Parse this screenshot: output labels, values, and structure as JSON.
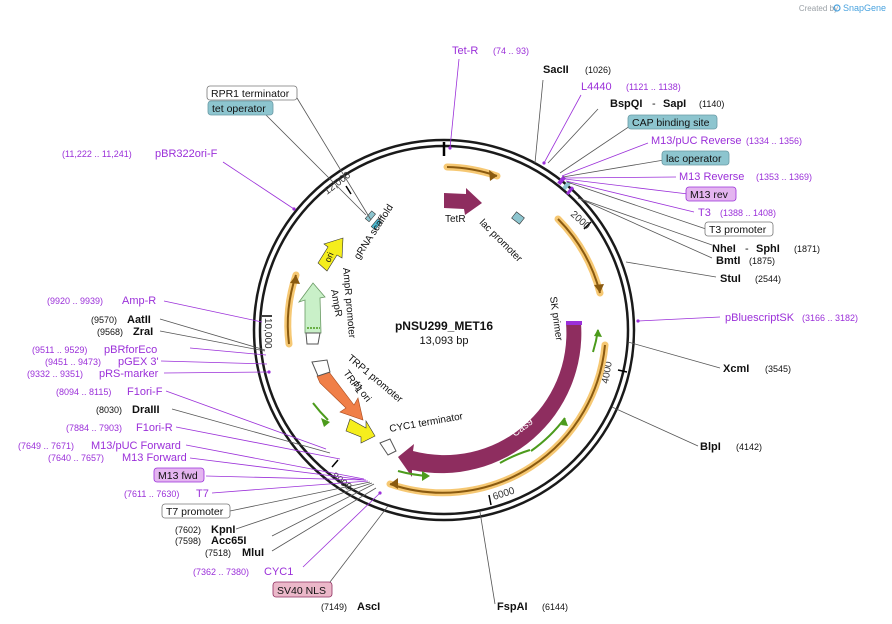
{
  "watermark": {
    "text": "Created by",
    "brand": "SnapGene"
  },
  "plasmid": {
    "name": "pNSU299_MET16",
    "size": "13,093 bp"
  },
  "ruler_ticks": [
    "2000",
    "4000",
    "6000",
    "8000",
    "10,000",
    "12,000"
  ],
  "features": {
    "tetr": "TetR",
    "lac_promoter": "lac promoter",
    "sk_primer": "SK primer",
    "cas9": "Cas9",
    "cyc1_terminator": "CYC1 terminator",
    "f1_ori": "f1 ori",
    "trp1": "TRP1",
    "trp1_promoter": "TRP1 promoter",
    "ampr": "AmpR",
    "ampr_promoter": "AmpR promoter",
    "ori": "ori",
    "grna_scaffold": "gRNA scaffold"
  },
  "labels": {
    "tet_r": {
      "name": "Tet-R",
      "range": "(74 .. 93)"
    },
    "sacii": {
      "name": "SacII",
      "pos": "(1026)"
    },
    "l4440": {
      "name": "L4440",
      "range": "(1121 .. 1138)"
    },
    "bspqi": {
      "name": "BspQI",
      "sep": "-",
      "name2": "SapI",
      "pos": "(1140)"
    },
    "cap": {
      "name": "CAP binding site"
    },
    "m13puc_rev": {
      "name": "M13/pUC Reverse",
      "range": "(1334 .. 1356)"
    },
    "lac_operator": {
      "name": "lac operator"
    },
    "m13_reverse": {
      "name": "M13 Reverse",
      "range": "(1353 .. 1369)"
    },
    "m13_rev": {
      "name": "M13 rev"
    },
    "t3": {
      "name": "T3",
      "range": "(1388 .. 1408)"
    },
    "t3_promoter": {
      "name": "T3 promoter"
    },
    "nhei": {
      "name": "NheI",
      "sep": "-",
      "name2": "SphI",
      "pos": "(1871)"
    },
    "bmti": {
      "name": "BmtI",
      "pos": "(1875)"
    },
    "stui": {
      "name": "StuI",
      "pos": "(2544)"
    },
    "pbluescriptsk": {
      "name": "pBluescriptSK",
      "range": "(3166 .. 3182)"
    },
    "xcmi": {
      "name": "XcmI",
      "pos": "(3545)"
    },
    "blpi": {
      "name": "BlpI",
      "pos": "(4142)"
    },
    "fspai": {
      "name": "FspAI",
      "pos": "(6144)"
    },
    "asci": {
      "name": "AscI",
      "pos": "(7149)"
    },
    "sv40": {
      "name": "SV40 NLS"
    },
    "cyc1": {
      "name": "CYC1",
      "range": "(7362 .. 7380)"
    },
    "mlui": {
      "name": "MluI",
      "pos": "(7518)"
    },
    "acc65i": {
      "name": "Acc65I",
      "pos": "(7598)"
    },
    "kpni": {
      "name": "KpnI",
      "pos": "(7602)"
    },
    "t7_promoter": {
      "name": "T7 promoter"
    },
    "t7": {
      "name": "T7",
      "range": "(7611 .. 7630)"
    },
    "m13_fwd": {
      "name": "M13 fwd"
    },
    "m13_forward": {
      "name": "M13 Forward",
      "range": "(7640 .. 7657)"
    },
    "m13puc_fwd": {
      "name": "M13/pUC Forward",
      "range": "(7649 .. 7671)"
    },
    "f1ori_r": {
      "name": "F1ori-R",
      "range": "(7884 .. 7903)"
    },
    "draiii": {
      "name": "DraIII",
      "pos": "(8030)"
    },
    "f1ori_f": {
      "name": "F1ori-F",
      "range": "(8094 .. 8115)"
    },
    "prs_marker": {
      "name": "pRS-marker",
      "range": "(9332 .. 9351)"
    },
    "pgex3": {
      "name": "pGEX 3'",
      "range": "(9451 .. 9473)"
    },
    "pbrforeco": {
      "name": "pBRforEco",
      "range": "(9511 .. 9529)"
    },
    "zrai": {
      "name": "ZraI",
      "pos": "(9568)"
    },
    "aatii": {
      "name": "AatII",
      "pos": "(9570)"
    },
    "amp_r": {
      "name": "Amp-R",
      "range": "(9920 .. 9939)"
    },
    "pbr322ori": {
      "name": "pBR322ori-F",
      "range": "(11,222 .. 11,241)"
    },
    "tet_operator": {
      "name": "tet operator"
    },
    "rpr1": {
      "name": "RPR1 terminator"
    }
  },
  "colors": {
    "primer": "#9b30d9",
    "enzyme_line": "#555555",
    "cas9": "#8e2d5f",
    "tetr": "#8e2d5f",
    "ori": "#f5ee1d",
    "trp1": "#f07f48",
    "ampr": "#c9f0c8",
    "highlight": "#f6c873",
    "gene_arrow": "#4c9b1c",
    "operator_fill": "#8dc5cf",
    "primer_box_fill": "#e4b5f0"
  }
}
